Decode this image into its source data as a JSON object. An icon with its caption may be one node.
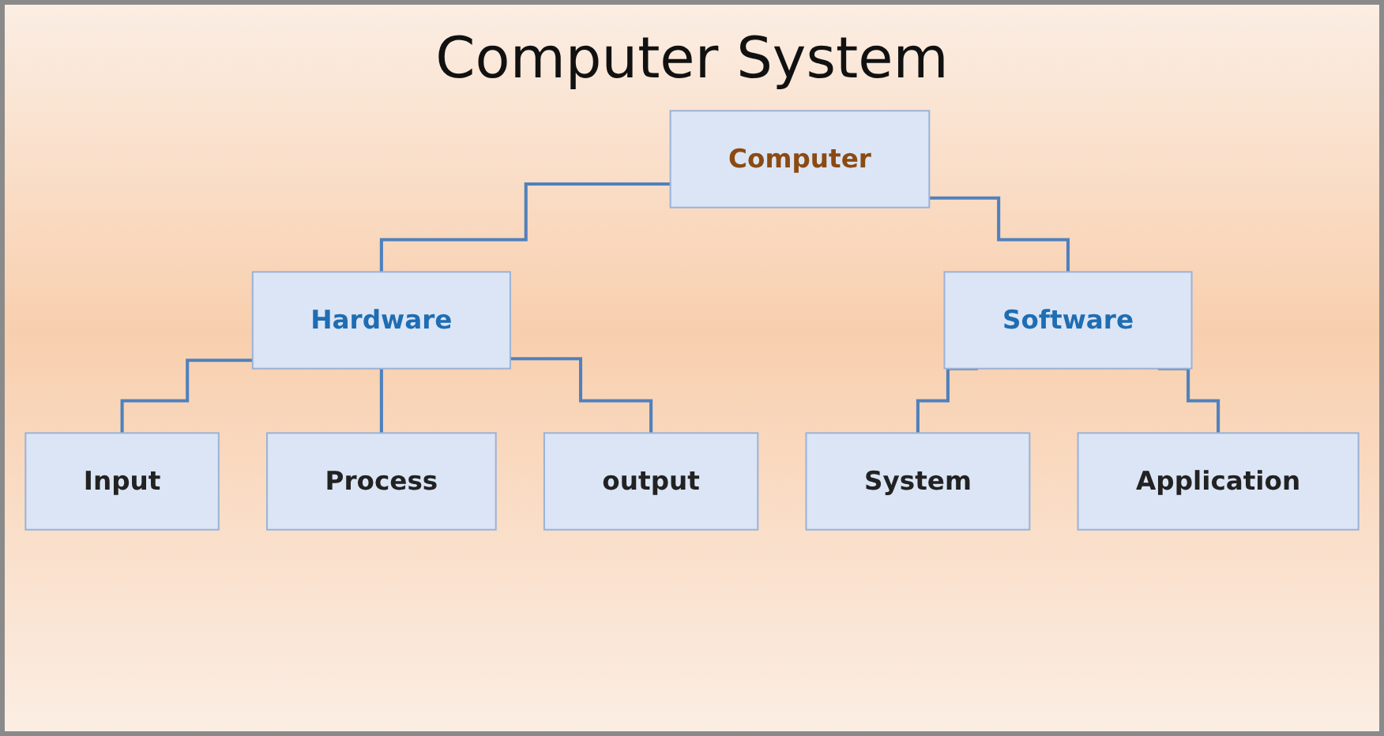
{
  "diagram": {
    "title": "Computer System",
    "nodes": [
      {
        "text": [
          "Computer"
        ]
      },
      {
        "text": [
          "Hardware"
        ]
      },
      {
        "text": [
          "Software"
        ]
      },
      {
        "text": [
          "Input"
        ]
      },
      {
        "text": [
          "Process"
        ]
      },
      {
        "text": [
          "output"
        ]
      },
      {
        "text": [
          "System"
        ]
      },
      {
        "text": [
          "Application"
        ]
      }
    ],
    "edges": [
      {
        "from": 0,
        "to": 1,
        "arrow": "none"
      },
      {
        "from": 0,
        "to": 2,
        "arrow": "none"
      },
      {
        "from": 1,
        "to": 3,
        "arrow": "none"
      },
      {
        "from": 1,
        "to": 4,
        "arrow": "none"
      },
      {
        "from": 1,
        "to": 5,
        "arrow": "none"
      },
      {
        "from": 2,
        "to": 6,
        "arrow": "none"
      },
      {
        "from": 2,
        "to": 7,
        "arrow": "none"
      }
    ]
  }
}
